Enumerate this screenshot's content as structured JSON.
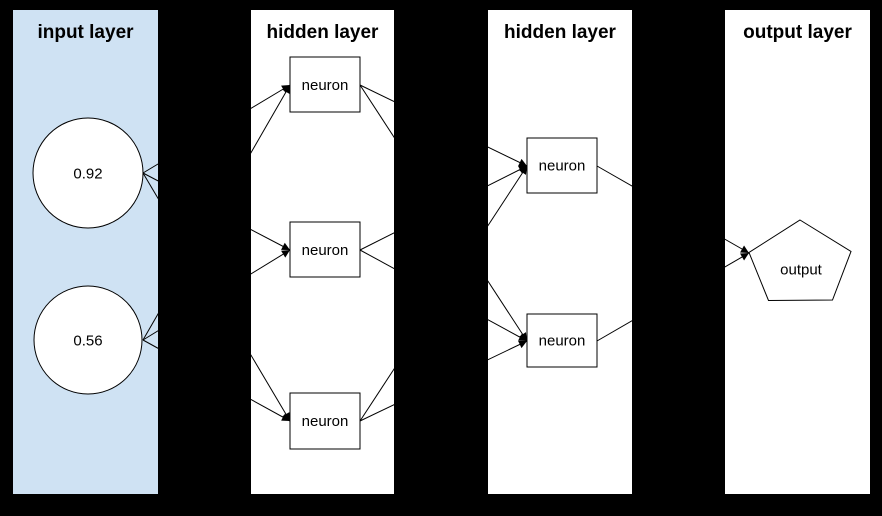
{
  "diagram": {
    "type": "neural-network",
    "layers": [
      {
        "id": "input",
        "title": "input layer"
      },
      {
        "id": "hidden1",
        "title": "hidden layer"
      },
      {
        "id": "hidden2",
        "title": "hidden layer"
      },
      {
        "id": "output",
        "title": "output layer"
      }
    ],
    "input_nodes": [
      {
        "label": "0.92",
        "shape": "circle"
      },
      {
        "label": "0.56",
        "shape": "circle"
      }
    ],
    "hidden1_nodes": [
      {
        "label": "neuron",
        "shape": "rect"
      },
      {
        "label": "neuron",
        "shape": "rect"
      },
      {
        "label": "neuron",
        "shape": "rect"
      }
    ],
    "hidden2_nodes": [
      {
        "label": "neuron",
        "shape": "rect"
      },
      {
        "label": "neuron",
        "shape": "rect"
      }
    ],
    "output_node": {
      "label": "output",
      "shape": "pentagon"
    },
    "connections": [
      {
        "from": "input-1 (0.92)",
        "to": "hidden1-neuron-1"
      },
      {
        "from": "input-1 (0.92)",
        "to": "hidden1-neuron-2"
      },
      {
        "from": "input-1 (0.92)",
        "to": "hidden1-neuron-3"
      },
      {
        "from": "input-2 (0.56)",
        "to": "hidden1-neuron-1"
      },
      {
        "from": "input-2 (0.56)",
        "to": "hidden1-neuron-2"
      },
      {
        "from": "input-2 (0.56)",
        "to": "hidden1-neuron-3"
      },
      {
        "from": "hidden1-neuron-1",
        "to": "hidden2-neuron-1"
      },
      {
        "from": "hidden1-neuron-1",
        "to": "hidden2-neuron-2"
      },
      {
        "from": "hidden1-neuron-2",
        "to": "hidden2-neuron-1"
      },
      {
        "from": "hidden1-neuron-2",
        "to": "hidden2-neuron-2"
      },
      {
        "from": "hidden1-neuron-3",
        "to": "hidden2-neuron-1"
      },
      {
        "from": "hidden1-neuron-3",
        "to": "hidden2-neuron-2"
      },
      {
        "from": "hidden2-neuron-1",
        "to": "output"
      },
      {
        "from": "hidden2-neuron-2",
        "to": "output"
      }
    ],
    "colors": {
      "background": "#000000",
      "input_panel_fill": "#cfe2f3",
      "panel_fill": "#ffffff",
      "node_fill": "#ffffff",
      "stroke": "#000000",
      "text": "#000000"
    }
  }
}
